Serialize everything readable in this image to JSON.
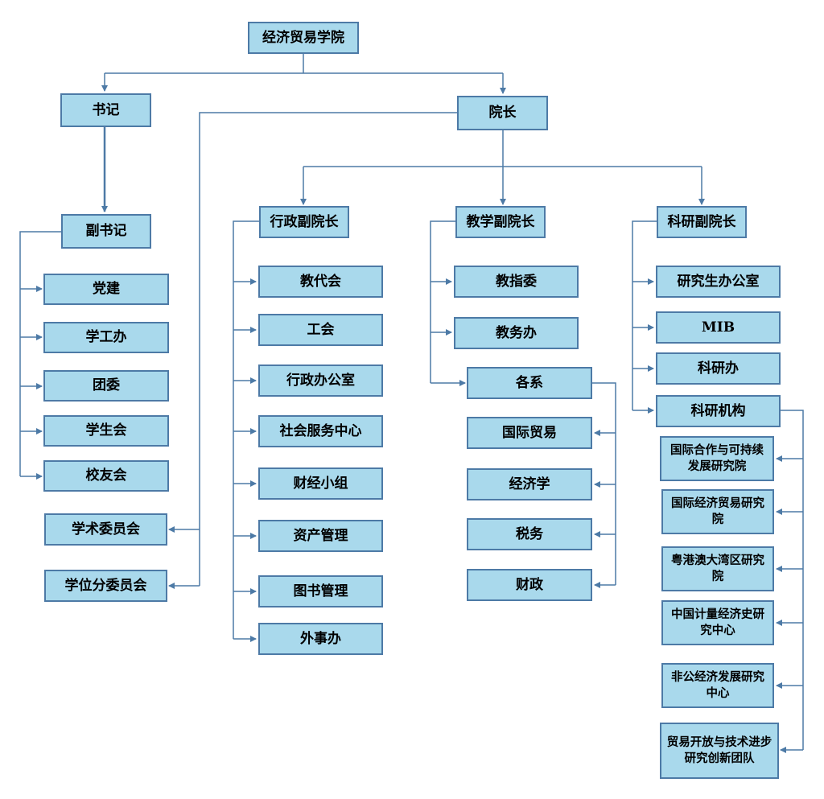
{
  "root": "经济贸易学院",
  "secretary": {
    "title": "书记",
    "deputy": "副书记",
    "items": [
      "党建",
      "学工办",
      "团委",
      "学生会",
      "校友会"
    ]
  },
  "dean": {
    "title": "院长",
    "committees": [
      "学术委员会",
      "学位分委员会"
    ]
  },
  "admin_vice_dean": {
    "title": "行政副院长",
    "items": [
      "教代会",
      "工会",
      "行政办公室",
      "社会服务中心",
      "财经小组",
      "资产管理",
      "图书管理",
      "外事办"
    ]
  },
  "teaching_vice_dean": {
    "title": "教学副院长",
    "items": [
      "教指委",
      "教务办"
    ],
    "departments_label": "各系",
    "departments": [
      "国际贸易",
      "经济学",
      "税务",
      "财政"
    ]
  },
  "research_vice_dean": {
    "title": "科研副院长",
    "items": [
      "研究生办公室",
      "MIB",
      "科研办"
    ],
    "institutes_label": "科研机构",
    "institutes": [
      "国际合作与可持续发展研究院",
      "国际经济贸易研究院",
      "粤港澳大湾区研究院",
      "中国计量经济史研究中心",
      "非公经济发展研究中心",
      "贸易开放与技术进步研究创新团队"
    ]
  },
  "colors": {
    "box_fill": "#a9d9ec",
    "box_border": "#4d7aa6",
    "line": "#4d7aa6"
  }
}
